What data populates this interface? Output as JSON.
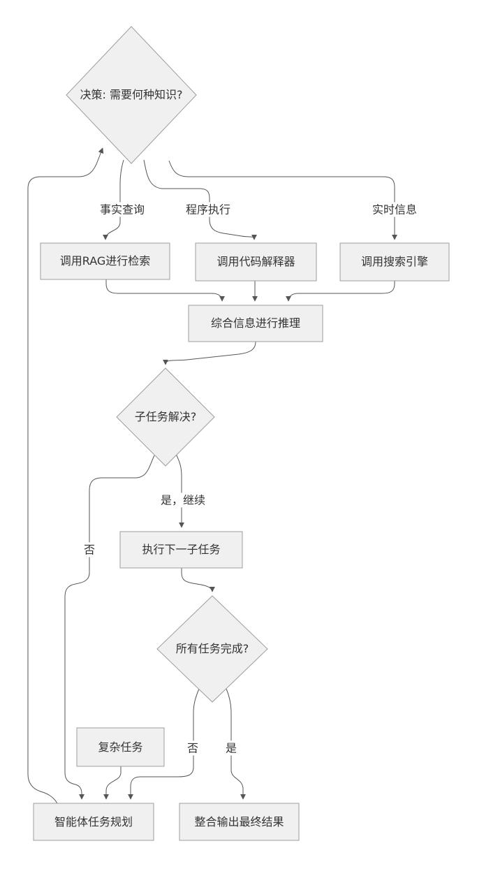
{
  "diagram": {
    "type": "flowchart",
    "colors": {
      "background": "#ffffff",
      "node_fill": "#f0f0f0",
      "node_border": "#9e9e9e",
      "edge": "#555555",
      "text": "#333333"
    },
    "nodes": {
      "decision_knowledge": {
        "label": "决策: 需要何种知识?",
        "shape": "diamond"
      },
      "rag": {
        "label": "调用RAG进行检索",
        "shape": "rect"
      },
      "code_interpreter": {
        "label": "调用代码解释器",
        "shape": "rect"
      },
      "search_engine": {
        "label": "调用搜索引擎",
        "shape": "rect"
      },
      "synthesize": {
        "label": "综合信息进行推理",
        "shape": "rect"
      },
      "subtask_solved": {
        "label": "子任务解决?",
        "shape": "diamond"
      },
      "next_subtask": {
        "label": "执行下一子任务",
        "shape": "rect"
      },
      "all_tasks_done": {
        "label": "所有任务完成?",
        "shape": "diamond"
      },
      "complex_task": {
        "label": "复杂任务",
        "shape": "rect"
      },
      "task_planning": {
        "label": "智能体任务规划",
        "shape": "rect"
      },
      "final_output": {
        "label": "整合输出最终结果",
        "shape": "rect"
      }
    },
    "edge_labels": {
      "factual_query": "事实查询",
      "program_exec": "程序执行",
      "realtime_info": "实时信息",
      "yes_continue": "是，继续",
      "no_subtask": "否",
      "no_all_done": "否",
      "yes_all_done": "是"
    },
    "edges": [
      {
        "from": "decision_knowledge",
        "to": "rag",
        "label": "事实查询"
      },
      {
        "from": "decision_knowledge",
        "to": "code_interpreter",
        "label": "程序执行"
      },
      {
        "from": "decision_knowledge",
        "to": "search_engine",
        "label": "实时信息"
      },
      {
        "from": "rag",
        "to": "synthesize",
        "label": ""
      },
      {
        "from": "code_interpreter",
        "to": "synthesize",
        "label": ""
      },
      {
        "from": "search_engine",
        "to": "synthesize",
        "label": ""
      },
      {
        "from": "synthesize",
        "to": "subtask_solved",
        "label": ""
      },
      {
        "from": "subtask_solved",
        "to": "next_subtask",
        "label": "是，继续"
      },
      {
        "from": "subtask_solved",
        "to": "task_planning",
        "label": "否"
      },
      {
        "from": "next_subtask",
        "to": "all_tasks_done",
        "label": ""
      },
      {
        "from": "all_tasks_done",
        "to": "task_planning",
        "label": "否"
      },
      {
        "from": "all_tasks_done",
        "to": "final_output",
        "label": "是"
      },
      {
        "from": "complex_task",
        "to": "task_planning",
        "label": ""
      },
      {
        "from": "task_planning",
        "to": "decision_knowledge",
        "label": ""
      }
    ]
  }
}
